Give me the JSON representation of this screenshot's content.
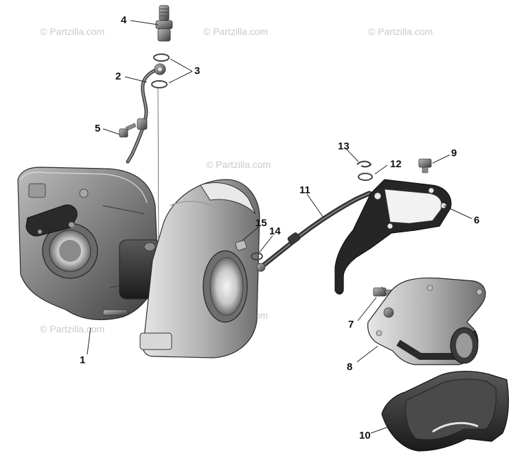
{
  "watermark": "© Partzilla.com",
  "callouts": [
    "1",
    "2",
    "3",
    "4",
    "5",
    "6",
    "7",
    "8",
    "9",
    "10",
    "11",
    "12",
    "13",
    "14",
    "15"
  ]
}
